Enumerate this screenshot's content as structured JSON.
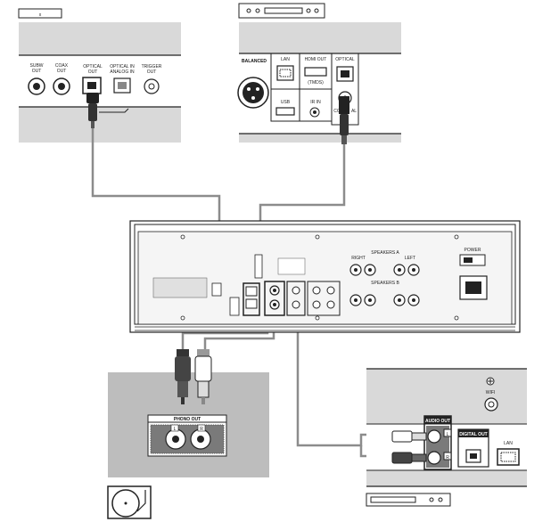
{
  "source_top_left": {
    "panel_icon": "x",
    "ports": {
      "subw_out": "SUBW\nOUT",
      "coax_out": "COAX\nOUT",
      "optical_out": "OPTICAL\nOUT",
      "optical_in_analog_in": "OPTICAL IN\nANALOG IN",
      "trigger_out": "TRIGGER\nOUT"
    }
  },
  "source_top_right": {
    "ports": {
      "balanced": "BALANCED",
      "lan": "LAN",
      "usb": "USB",
      "hdmi_out": "HDMI OUT",
      "hdmi_sub": "(TMDS)",
      "ir_in": "IR IN",
      "optical": "OPTICAL",
      "coax_fragment_left": "CO",
      "coax_fragment_right": "AL"
    }
  },
  "amplifier": {
    "speakers_a": "SPEAKERS A",
    "speakers_b": "SPEAKERS B",
    "right": "RIGHT",
    "left": "LEFT",
    "power": "POWER"
  },
  "turntable": {
    "phono_out": "PHONO OUT",
    "left_channel": "L",
    "right_channel": "R"
  },
  "streamer": {
    "wifi": "WIFI",
    "audio_out": "AUDIO OUT",
    "digital_out": "DIGITAL OUT",
    "lan": "LAN",
    "left_channel": "L",
    "right_channel": "R"
  },
  "colors": {
    "panel_gray": "#d9d9d9",
    "dark_gray_box": "#bdbdbd",
    "cable": "#8c8c8c",
    "line": "#222222"
  }
}
